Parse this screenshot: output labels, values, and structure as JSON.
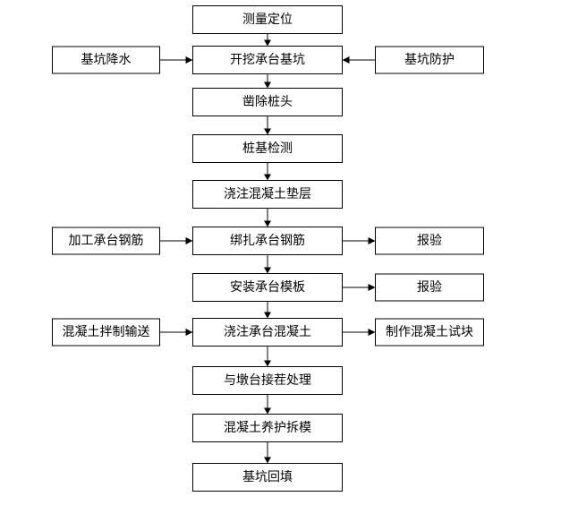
{
  "flowchart": {
    "main": [
      {
        "id": "m1",
        "label": "测量定位"
      },
      {
        "id": "m2",
        "label": "开挖承台基坑"
      },
      {
        "id": "m3",
        "label": "凿除桩头"
      },
      {
        "id": "m4",
        "label": "桩基检测"
      },
      {
        "id": "m5",
        "label": "浇注混凝土垫层"
      },
      {
        "id": "m6",
        "label": "绑扎承台钢筋"
      },
      {
        "id": "m7",
        "label": "安装承台模板"
      },
      {
        "id": "m8",
        "label": "浇注承台混凝土"
      },
      {
        "id": "m9",
        "label": "与墩台接茬处理"
      },
      {
        "id": "m10",
        "label": "混凝土养护拆模"
      },
      {
        "id": "m11",
        "label": "基坑回填"
      }
    ],
    "left": [
      {
        "id": "l1",
        "label": "基坑降水",
        "target": "m2"
      },
      {
        "id": "l2",
        "label": "加工承台钢筋",
        "target": "m6"
      },
      {
        "id": "l3",
        "label": "混凝土拌制输送",
        "target": "m8"
      }
    ],
    "right": [
      {
        "id": "r1",
        "label": "基坑防护",
        "relation": "into",
        "node": "m2"
      },
      {
        "id": "r2",
        "label": "报验",
        "relation": "from",
        "node": "m6"
      },
      {
        "id": "r3",
        "label": "报验",
        "relation": "from",
        "node": "m7"
      },
      {
        "id": "r4",
        "label": "制作混凝土试块",
        "relation": "from",
        "node": "m8"
      }
    ]
  }
}
